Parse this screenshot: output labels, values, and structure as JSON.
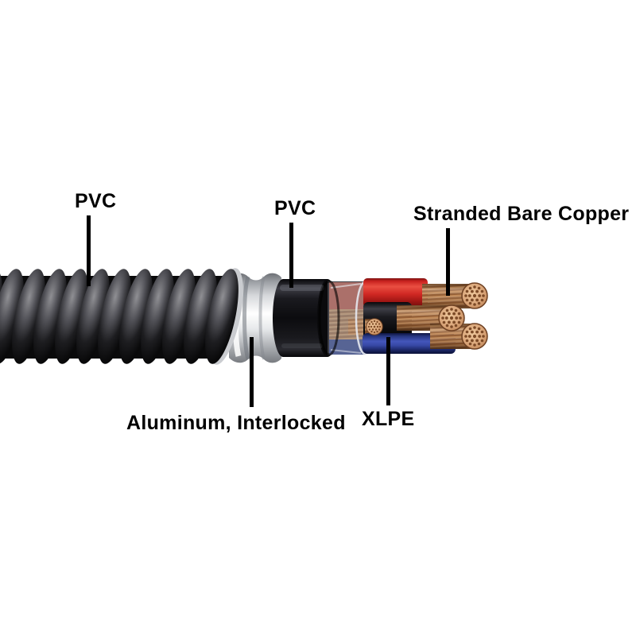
{
  "diagram": {
    "type": "labeled-illustration",
    "subject": "Armored power cable cutaway showing layered construction",
    "background_color": "#ffffff",
    "labels": [
      {
        "id": "outer-jacket",
        "text": "PVC"
      },
      {
        "id": "inner-jacket",
        "text": "PVC"
      },
      {
        "id": "conductor",
        "text": "Stranded Bare Copper"
      },
      {
        "id": "armor",
        "text": "Aluminum, Interlocked"
      },
      {
        "id": "insulation",
        "text": "XLPE"
      }
    ],
    "colors": {
      "label_text": "#000000",
      "leader_line": "#000000",
      "jacket_black": "#111113",
      "armor_aluminum": "#d8dadd",
      "inner_jacket_black": "#131316",
      "conductor_copper": "#b97f55",
      "copper_face": "#d8a87c",
      "insulation_red": "#d22722",
      "insulation_black": "#1b1b20",
      "insulation_blue": "#3647a4"
    }
  }
}
